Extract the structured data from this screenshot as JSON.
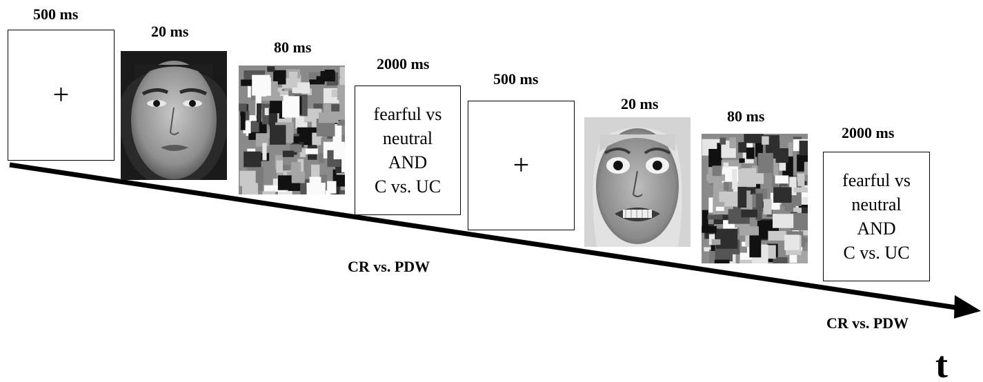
{
  "trial1": {
    "fixation": {
      "duration": "500 ms",
      "symbol": "+"
    },
    "face": {
      "duration": "20 ms",
      "expression": "neutral"
    },
    "mask": {
      "duration": "80 ms"
    },
    "response": {
      "duration": "2000 ms",
      "lines": [
        "fearful vs",
        "neutral",
        "AND",
        "C vs. UC"
      ]
    },
    "rating": "CR vs. PDW"
  },
  "trial2": {
    "fixation": {
      "duration": "500 ms",
      "symbol": "+"
    },
    "face": {
      "duration": "20 ms",
      "expression": "fearful"
    },
    "mask": {
      "duration": "80 ms"
    },
    "response": {
      "duration": "2000 ms",
      "lines": [
        "fearful vs",
        "neutral",
        "AND",
        "C vs. UC"
      ]
    },
    "rating": "CR vs. PDW"
  },
  "time_axis_label": "t"
}
